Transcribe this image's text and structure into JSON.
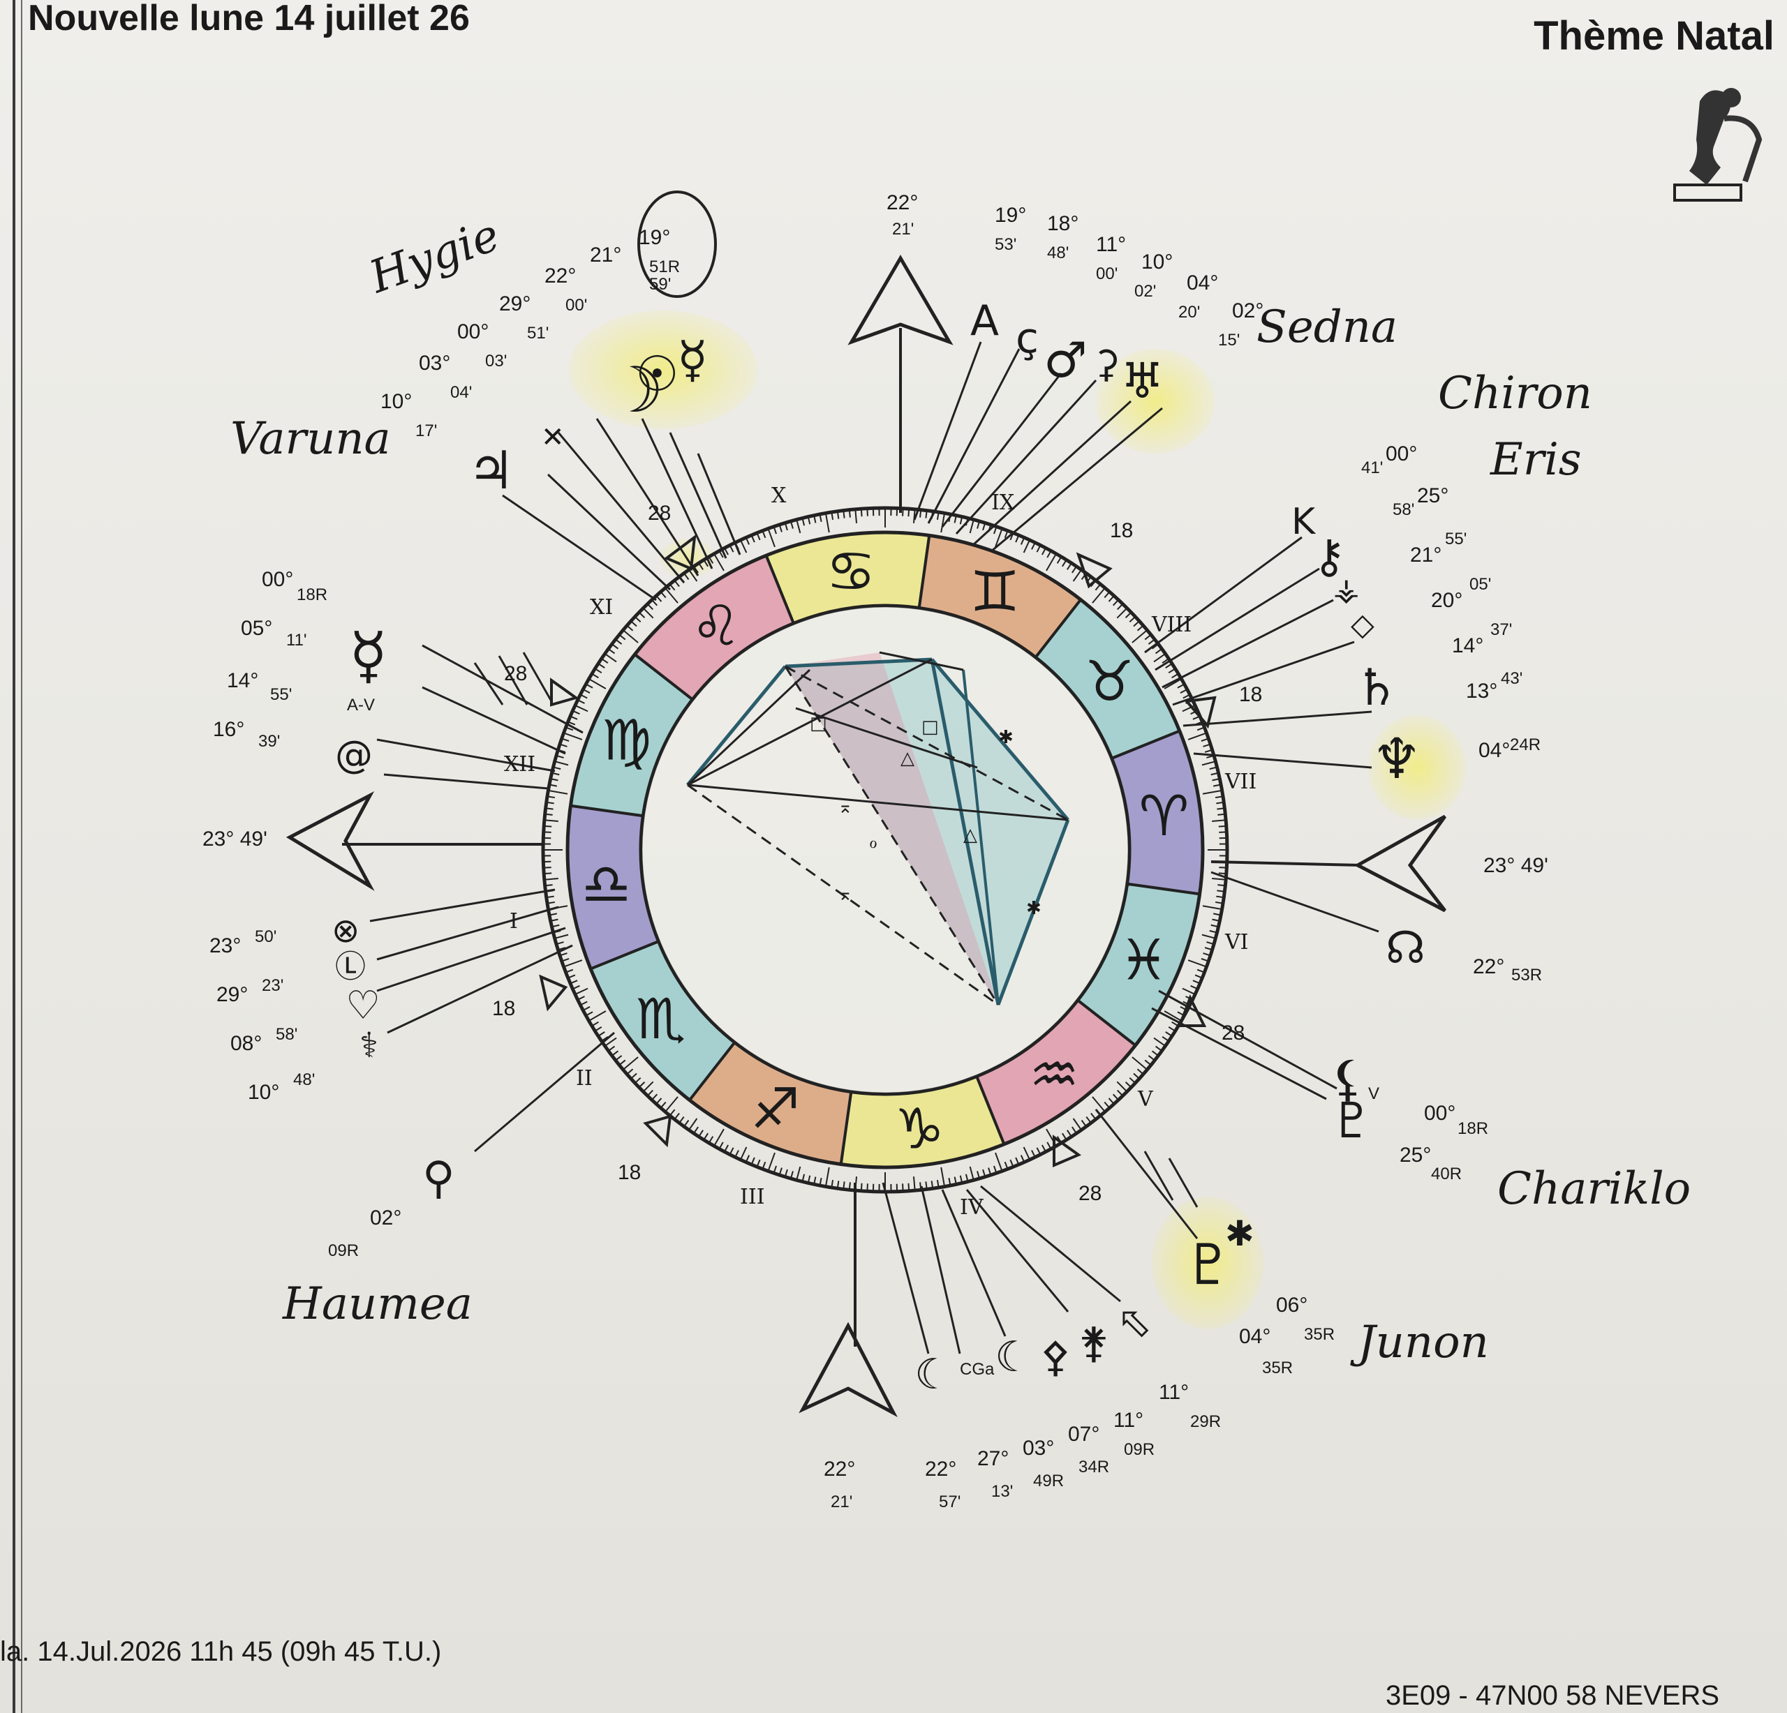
{
  "header": {
    "title": "Nouvelle lune 14 juillet 26",
    "chart_kind": "Thème Natal"
  },
  "footer": {
    "datetime": "la. 14.Jul.2026 11h 45 (09h 45 T.U.)",
    "location": "3E09 - 47N00  58 NEVERS"
  },
  "axes": {
    "mc_deg": "22°",
    "mc_min": "21'",
    "ic_deg": "22°",
    "ic_min": "21'",
    "asc_deg": "23° 49'",
    "dsc_deg": "23° 49'"
  },
  "signs": [
    "♋",
    "♊",
    "♉",
    "♈",
    "♓",
    "♒",
    "♑",
    "♐",
    "♏",
    "♎",
    "♍",
    "♌"
  ],
  "houses": [
    "X",
    "IX",
    "VIII",
    "VII",
    "VI",
    "V",
    "IV",
    "III",
    "II",
    "I",
    "XII",
    "XI"
  ],
  "cusp_degrees": {
    "c1": "28",
    "c2": "18",
    "c3": "18",
    "c4": "28",
    "c5": "28",
    "c6": "18",
    "c7": "18",
    "c8": "28"
  },
  "handwritten": {
    "hygie": "Hygie",
    "sedna": "Sedna",
    "varuna": "Varuna",
    "chiron": "Chiron",
    "eris": "Eris",
    "haumea": "Haumea",
    "chariklo": "Chariklo",
    "junon": "Junon"
  },
  "positions": {
    "top_left": [
      {
        "d": "19°",
        "m": "51R"
      },
      {
        "d": "21°",
        "m": "59'"
      },
      {
        "d": "22°",
        "m": "00'"
      },
      {
        "d": "29°",
        "m": "51'"
      },
      {
        "d": "00°",
        "m": "03'"
      },
      {
        "d": "03°",
        "m": "04'"
      },
      {
        "d": "10°",
        "m": "17'"
      }
    ],
    "top_right": [
      {
        "d": "19°",
        "m": "53'"
      },
      {
        "d": "18°",
        "m": "48'"
      },
      {
        "d": "11°",
        "m": "00'"
      },
      {
        "d": "10°",
        "m": "02'"
      },
      {
        "d": "04°",
        "m": "20'"
      },
      {
        "d": "02°",
        "m": "15'"
      }
    ],
    "right": [
      {
        "d": "00°",
        "m": "41'"
      },
      {
        "d": "25°",
        "m": "58'"
      },
      {
        "d": "21°",
        "m": "55'"
      },
      {
        "d": "20°",
        "m": "05'"
      },
      {
        "d": "14°",
        "m": "37'"
      },
      {
        "d": "13°",
        "m": "43'"
      },
      {
        "d": "04°",
        "m": "24R"
      }
    ],
    "left": [
      {
        "d": "00°",
        "m": "18R"
      },
      {
        "d": "05°",
        "m": "11'"
      },
      {
        "d": "14°",
        "m": "55'"
      },
      {
        "d": "16°",
        "m": "39'"
      }
    ],
    "left_lower": [
      {
        "d": "23°",
        "m": "50'"
      },
      {
        "d": "29°",
        "m": "23'"
      },
      {
        "d": "08°",
        "m": "58'"
      },
      {
        "d": "10°",
        "m": "48'"
      }
    ],
    "node": {
      "d": "22°",
      "m": "53R"
    },
    "chariklo_pos": [
      {
        "d": "00°",
        "m": "18R"
      },
      {
        "d": "25°",
        "m": "40R"
      }
    ],
    "haumea_pos": {
      "d": "02°",
      "m": "09R"
    },
    "junon_pos": [
      {
        "d": "06°",
        "m": "35R"
      },
      {
        "d": "04°",
        "m": "35R"
      }
    ],
    "bottom": [
      {
        "d": "22°",
        "m": "57'"
      },
      {
        "d": "27°",
        "m": "13'"
      },
      {
        "d": "03°",
        "m": "49R"
      },
      {
        "d": "07°",
        "m": "34R"
      },
      {
        "d": "11°",
        "m": "09R"
      },
      {
        "d": "11°",
        "m": "29R"
      }
    ]
  },
  "labels": {
    "av": "A-V",
    "cga": "CGa",
    "ov": "V"
  },
  "colors": {
    "yellow": "#ece57a",
    "orange": "#d99a6c",
    "teal": "#8fc8c8",
    "purple": "#8b84c4",
    "pink": "#e08fa3",
    "ink": "#1a1a1a"
  }
}
